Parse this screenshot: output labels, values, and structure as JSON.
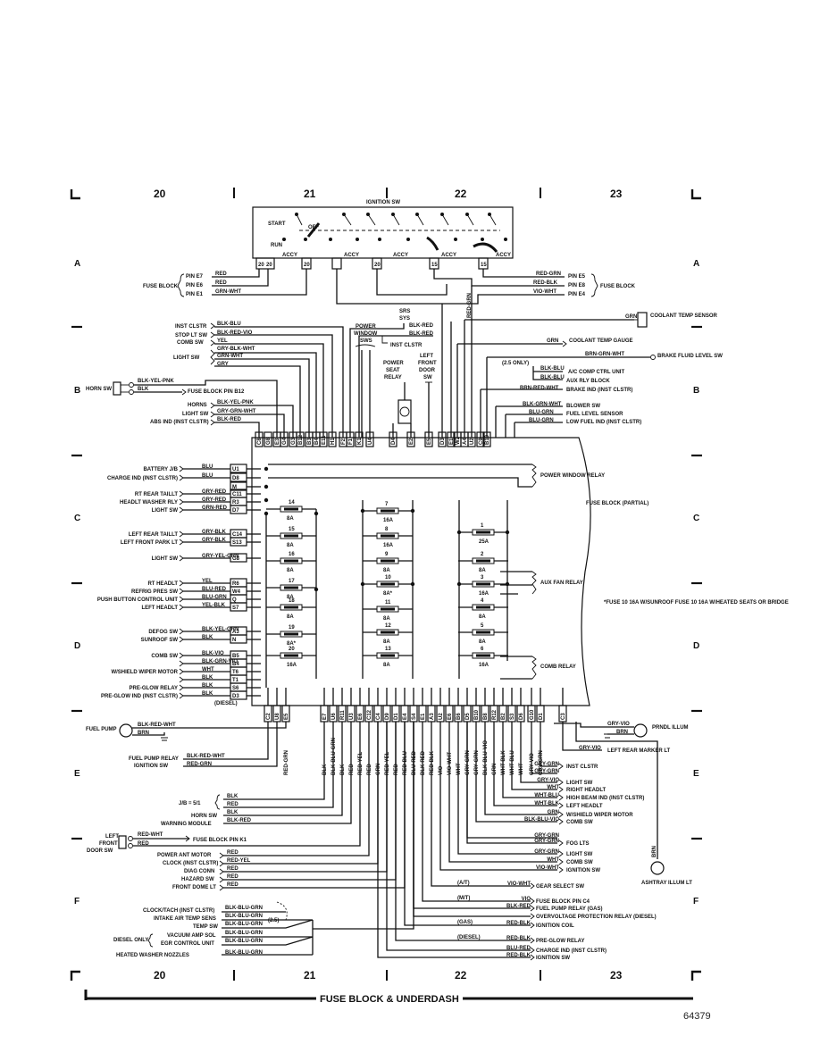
{
  "zones": {
    "top": [
      "20",
      "21",
      "22",
      "23"
    ],
    "bottom": [
      "20",
      "21",
      "22",
      "23"
    ]
  },
  "rows": [
    "A",
    "B",
    "C",
    "D",
    "E",
    "F"
  ],
  "title": "FUSE BLOCK & UNDERDASH",
  "figure_number": "64379",
  "ignition_switch": {
    "label": "IGNITION SW",
    "start": "START",
    "off": "OFF",
    "run": "RUN",
    "accy1": "ACCY",
    "accy2": "ACCY",
    "accy3": "ACCY",
    "accy4": "ACCY",
    "pins": [
      "20",
      "20",
      "20",
      "20",
      "15",
      "15"
    ]
  },
  "fuse_block_left": {
    "name": "FUSE BLOCK",
    "pins": [
      "PIN E7",
      "PIN E6",
      "PIN E1"
    ],
    "wires": [
      "RED",
      "RED",
      "GRN-WHT"
    ]
  },
  "fuse_block_right": {
    "name": "FUSE BLOCK",
    "pins": [
      "PIN E5",
      "PIN E8",
      "PIN E4"
    ],
    "wires": [
      "RED-GRN",
      "RED-BLK",
      "VIO-WHT"
    ]
  },
  "top_left_labels": [
    {
      "name": "INST CLSTR",
      "wire": "BLK-BLU"
    },
    {
      "name": "STOP LT SW",
      "wire": "BLK-RED-VIO"
    },
    {
      "name": "COMB SW",
      "wire": "YEL"
    },
    {
      "name": "",
      "wire": "GRY-BLK-WHT"
    },
    {
      "name": "LIGHT SW",
      "wire": "GRN-WHT"
    },
    {
      "name": "",
      "wire": "GRY"
    }
  ],
  "horn_sw": {
    "label": "HORN SW",
    "wire1": "BLK-YEL-PNK",
    "wire2": "BLK",
    "dest": "FUSE BLOCK PIN B12"
  },
  "mid_left_labels": [
    {
      "name": "HORNS",
      "wire": "BLK-YEL-PNK"
    },
    {
      "name": "LIGHT SW",
      "wire": "GRY-GRN-WHT"
    },
    {
      "name": "ABS IND (INST CLSTR)",
      "wire": "BLK-RED"
    }
  ],
  "center_top": {
    "srs": "SRS",
    "sys": "SYS",
    "srs_wire1": "BLK-RED",
    "srs_wire2": "BLK-RED",
    "inst_clstr": "INST CLSTR",
    "power_window": "POWER",
    "window": "WINDOW",
    "sws": "SWS",
    "seat_relay1": "POWER",
    "seat_relay2": "SEAT",
    "seat_relay3": "RELAY",
    "door_sw1": "LEFT",
    "door_sw2": "FRONT",
    "door_sw3": "DOOR",
    "door_sw4": "SW"
  },
  "right_top": [
    {
      "wire": "GRN",
      "name": "COOLANT TEMP SENSOR"
    },
    {
      "wire": "GRN",
      "name": "COOLANT TEMP GAUGE"
    },
    {
      "wire": "BRN-GRN-WHT",
      "name": "BRAKE FLUID LEVEL SW"
    },
    {
      "wire": "BLK-BLU",
      "name": "A/C COMP CTRL UNIT"
    },
    {
      "wire": "BLK-BLU",
      "name": "AUX RLY BLOCK"
    },
    {
      "wire": "BRN-RED-WHT",
      "name": "BRAKE IND (INST CLSTR)"
    },
    {
      "wire": "BLK-GRN-WHT",
      "name": "BLOWER SW"
    },
    {
      "wire": "BLU-GRN",
      "name": "FUEL LEVEL SENSOR"
    },
    {
      "wire": "BLU-GRN",
      "name": "LOW FUEL IND (INST CLSTR)"
    }
  ],
  "ac_note": "(2.5 ONLY)",
  "top_connectors": [
    "C8",
    "G8",
    "E3",
    "G4",
    "G3",
    "B12",
    "B3",
    "B4",
    "E11",
    "H1",
    "F2",
    "F1",
    "K1",
    "U4",
    "D4",
    "E2",
    "E5",
    "D3",
    "E1",
    "W2",
    "A4",
    "U2",
    "C9",
    "B10"
  ],
  "left_side": [
    {
      "name": "BATTERY J/B",
      "wire": "BLU",
      "pin": "U1"
    },
    {
      "name": "CHARGE IND (INST CLSTR)",
      "wire": "BLU",
      "pin": "D8"
    },
    {
      "name": "",
      "wire": "",
      "pin": "M"
    },
    {
      "name": "RT REAR TAILLT",
      "wire": "GRY-RED",
      "pin": "C11"
    },
    {
      "name": "HEADLT WASHER RLY",
      "wire": "GRY-RED",
      "pin": "R3"
    },
    {
      "name": "LIGHT SW",
      "wire": "GRN-RED",
      "pin": "D7"
    },
    {
      "name": "LEFT REAR TAILLT",
      "wire": "GRY-BLK",
      "pin": "C14"
    },
    {
      "name": "LEFT FRONT PARK LT",
      "wire": "GRY-BLK",
      "pin": "S13"
    },
    {
      "name": "LIGHT SW",
      "wire": "GRY-YEL-GRN",
      "pin": "G8"
    },
    {
      "name": "RT HEADLT",
      "wire": "YEL",
      "pin": "R6"
    },
    {
      "name": "REFRIG PRES SW",
      "wire": "BLU-RED",
      "pin": "W4"
    },
    {
      "name": "PUSH BUTTON CONTROL UNIT",
      "wire": "BLU-GRN",
      "pin": "Q"
    },
    {
      "name": "LEFT HEADLT",
      "wire": "YEL-BLK",
      "pin": "S7"
    },
    {
      "name": "DEFOG SW",
      "wire": "BLK-YEL-GRN",
      "pin": "A3"
    },
    {
      "name": "SUNROOF SW",
      "wire": "BLK",
      "pin": "N"
    },
    {
      "name": "COMB SW",
      "wire": "BLK-VIO",
      "pin": "B5"
    },
    {
      "name": "",
      "wire": "BLK-GRN-VIO",
      "pin": "B4"
    },
    {
      "name": "W/SHIELD WIPER MOTOR",
      "wire": "WHT",
      "pin": "T6"
    },
    {
      "name": "",
      "wire": "BLK",
      "pin": "T1"
    },
    {
      "name": "PRE-GLOW RELAY",
      "wire": "BLK",
      "pin": "S6"
    },
    {
      "name": "PRE-GLOW IND (INST CLSTR)",
      "wire": "BLK",
      "pin": "D3"
    }
  ],
  "diesel_note": "(DIESEL)",
  "fuses_left": [
    {
      "num": "14",
      "amp": "8A"
    },
    {
      "num": "15",
      "amp": "8A"
    },
    {
      "num": "16",
      "amp": "8A"
    },
    {
      "num": "17",
      "amp": "8A"
    },
    {
      "num": "18",
      "amp": "8A"
    },
    {
      "num": "19",
      "amp": "8A*"
    },
    {
      "num": "20",
      "amp": "16A"
    }
  ],
  "fuses_mid": [
    {
      "num": "7",
      "amp": "16A"
    },
    {
      "num": "8",
      "amp": "16A"
    },
    {
      "num": "9",
      "amp": "8A"
    },
    {
      "num": "10",
      "amp": "8A*"
    },
    {
      "num": "11",
      "amp": "8A"
    },
    {
      "num": "12",
      "amp": "8A"
    },
    {
      "num": "13",
      "amp": "8A"
    }
  ],
  "fuses_right": [
    {
      "num": "1",
      "amp": "25A"
    },
    {
      "num": "2",
      "amp": "8A"
    },
    {
      "num": "3",
      "amp": "16A"
    },
    {
      "num": "4",
      "amp": "8A"
    },
    {
      "num": "5",
      "amp": "8A"
    },
    {
      "num": "6",
      "amp": "16A"
    }
  ],
  "relays": [
    "POWER WINDOW RELAY",
    "AUX FAN RELAY",
    "COMB RELAY"
  ],
  "fuse_block_note": "FUSE BLOCK (PARTIAL)",
  "fuse_note": "*FUSE 10 16A W/SUNROOF FUSE 10 16A W/HEATED SEATS OR BRIDGE",
  "bottom_connectors": [
    "C2",
    "U8",
    "E5",
    "E7",
    "U6",
    "R11",
    "U3",
    "E6",
    "C12",
    "C4",
    "D9",
    "D1",
    "E4",
    "S4",
    "E1",
    "A3",
    "U2",
    "E6",
    "B6",
    "D5",
    "B10",
    "B8",
    "R12",
    "B2",
    "S3",
    "D6",
    "G10",
    "D1",
    "C3"
  ],
  "bottom_wires": [
    "RED-GRN",
    "BLK",
    "BLK-BLU-GRN",
    "BLK",
    "RED",
    "RED-YEL",
    "RED",
    "GRN",
    "RED-YEL",
    "RED",
    "RED-BLU",
    "BLU-RED",
    "BLK-RED",
    "RED-BLK",
    "VIO",
    "VIO-WHT",
    "WHT",
    "GRY-GRN",
    "GRY-GRN",
    "BLK-BLU-VIO",
    "GRN",
    "WHT-BLK",
    "WHT-BLU",
    "WHT",
    "GRY-VIO",
    "GRY-GRN"
  ],
  "fuel_pump": {
    "label": "FUEL PUMP",
    "wire1": "BLK-RED-WHT",
    "wire2": "BRN"
  },
  "bottom_left": [
    {
      "name": "FUEL PUMP RELAY",
      "wire": "BLK-RED-WHT"
    },
    {
      "name": "IGNITION SW",
      "wire": "RED-GRN"
    },
    {
      "name": "J/B = 5/1",
      "wire": "BLK"
    },
    {
      "name": "",
      "wire": "RED"
    },
    {
      "name": "HORN SW",
      "wire": "BLK"
    },
    {
      "name": "WARNING MODULE",
      "wire": "BLK-RED"
    }
  ],
  "left_door": {
    "l1": "LEFT",
    "l2": "FRONT",
    "l3": "DOOR SW",
    "wire1": "RED-WHT",
    "wire2": "RED",
    "dest": "FUSE BLOCK PIN K1"
  },
  "bottom_left2": [
    {
      "name": "POWER ANT MOTOR",
      "wire": "RED"
    },
    {
      "name": "CLOCK (INST CLSTR)",
      "wire": "RED-YEL"
    },
    {
      "name": "DIAG CONN",
      "wire": "RED"
    },
    {
      "name": "HAZARD SW",
      "wire": "RED"
    },
    {
      "name": "FRONT DOME LT",
      "wire": "RED"
    }
  ],
  "bottom_left3": [
    {
      "name": "CLOCK/TACH (INST CLSTR)",
      "wire": "BLK-BLU-GRN"
    },
    {
      "name": "INTAKE AIR TEMP SENS",
      "wire": "BLK-BLU-GRN"
    },
    {
      "name": "TEMP SW",
      "wire": "BLK-BLU-GRN"
    },
    {
      "name": "VACUUM AMP SOL",
      "wire": "BLK-BLU-GRN"
    },
    {
      "name": "EGR CONTROL UNIT",
      "wire": "BLK-BLU-GRN"
    },
    {
      "name": "HEATED WASHER NOZZLES",
      "wire": "BLK-BLU-GRN"
    }
  ],
  "diesel_only": "DIESEL ONLY",
  "note_25": "(2.5)",
  "right_bottom": [
    {
      "wire": "GRY-VIO",
      "name": "PRNDL ILLUM"
    },
    {
      "wire": "BRN",
      "name": ""
    },
    {
      "wire": "GRY-VIO",
      "name": "LEFT REAR MARKER LT"
    },
    {
      "wire": "GRY-GRN",
      "name": "INST CLSTR"
    },
    {
      "wire": "GRY-GRN",
      "name": ""
    },
    {
      "wire": "GRY-VIO",
      "name": "LIGHT SW"
    },
    {
      "wire": "WHT",
      "name": "RIGHT HEADLT"
    },
    {
      "wire": "WHT-BLU",
      "name": "HIGH BEAM IND (INST CLSTR)"
    },
    {
      "wire": "WHT-BLK",
      "name": "LEFT HEADLT"
    },
    {
      "wire": "GRN",
      "name": "W/SHIELD WIPER MOTOR"
    },
    {
      "wire": "BLK-BLU-VIO",
      "name": "COMB SW"
    },
    {
      "wire": "GRY-GRN",
      "name": ""
    },
    {
      "wire": "GRY-GRN",
      "name": "FOG LTS"
    },
    {
      "wire": "GRY-GRN",
      "name": "LIGHT SW"
    },
    {
      "wire": "WHT",
      "name": "COMB SW"
    },
    {
      "wire": "VIO-WHT",
      "name": "IGNITION SW"
    }
  ],
  "ashtray": {
    "wire": "BRN",
    "name": "ASHTRAY ILLUM LT"
  },
  "right_bottom2": [
    {
      "note": "(A/T)",
      "wire": "VIO-WHT",
      "name": "GEAR SELECT SW"
    },
    {
      "note": "(M/T)",
      "wire": "VIO",
      "name": "FUSE BLOCK PIN C4"
    },
    {
      "note": "",
      "wire": "BLK-RED",
      "name": "FUEL PUMP RELAY (GAS)"
    },
    {
      "note": "",
      "wire": "",
      "name": "OVERVOLTAGE PROTECTION RELAY (DIESEL)"
    },
    {
      "note": "(GAS)",
      "wire": "RED-BLK",
      "name": "IGNITION COIL"
    },
    {
      "note": "(DIESEL)",
      "wire": "RED-BLK",
      "name": "PRE-GLOW RELAY"
    },
    {
      "note": "",
      "wire": "BLU-RED",
      "name": "CHARGE IND (INST CLSTR)"
    },
    {
      "note": "",
      "wire": "RED-BLK",
      "name": "IGNITION SW"
    }
  ]
}
